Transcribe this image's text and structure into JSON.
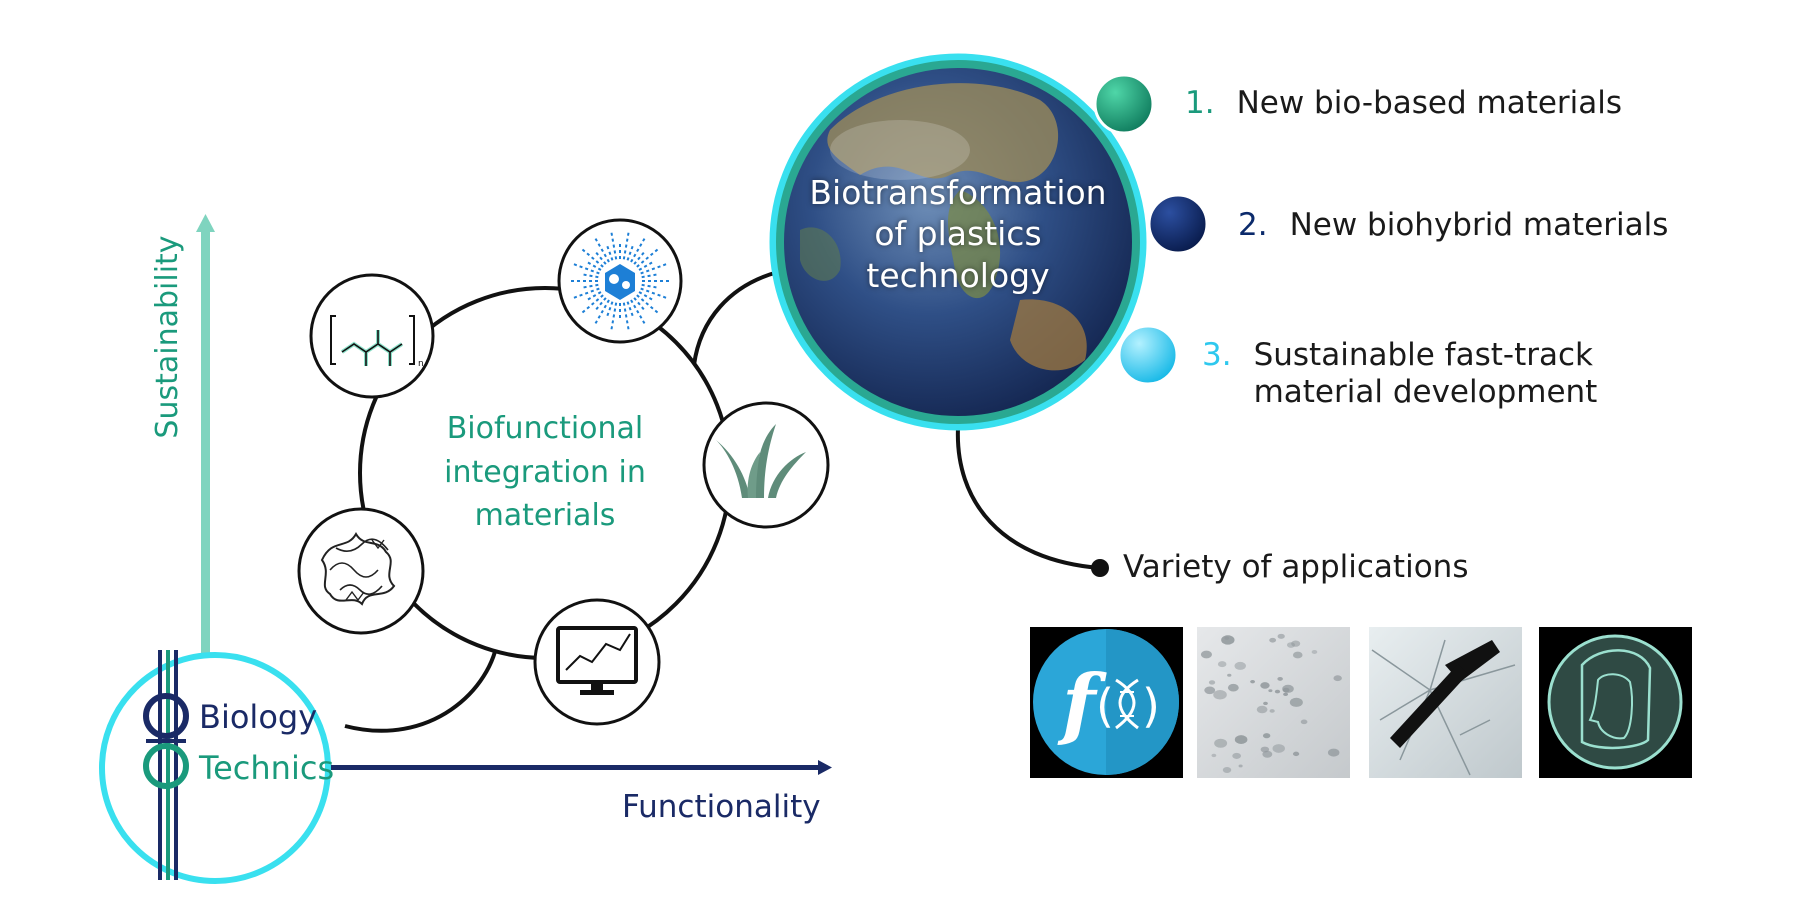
{
  "axes": {
    "y_label": "Sustainability",
    "x_label": "Functionality"
  },
  "core": {
    "line1": "Biology",
    "line2": "Technics"
  },
  "center": {
    "line1": "Biofunctional",
    "line2": "integration in",
    "line3": "materials"
  },
  "globe": {
    "line1": "Biotransformation",
    "line2": "of plastics",
    "line3": "technology"
  },
  "legend": [
    {
      "number": "1.",
      "text": "New bio-based materials",
      "text2": "",
      "color": "#1a9a7c"
    },
    {
      "number": "2.",
      "text": "New biohybrid materials",
      "text2": "",
      "color": "#0b2a6b"
    },
    {
      "number": "3.",
      "text": "Sustainable fast-track",
      "text2": "material development",
      "color": "#2ec8ee"
    }
  ],
  "applications": {
    "label": "Variety of applications",
    "icons": [
      "function-dna-icon",
      "water-droplets-icon",
      "hammer-glass-icon",
      "face-shield-icon"
    ]
  },
  "colors": {
    "teal": "#1a9a7c",
    "navy": "#1a2a66",
    "cyan": "#39e0ef",
    "light_teal": "#7fd4bf"
  }
}
